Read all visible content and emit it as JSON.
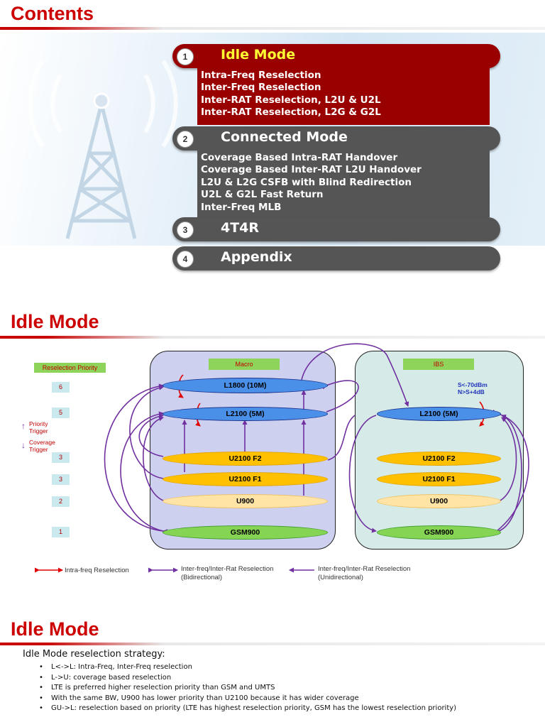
{
  "slide1": {
    "title": "Contents",
    "items": [
      {
        "num": "1",
        "label": "Idle Mode",
        "subs": [
          "Intra-Freq Reselection",
          "Inter-Freq Reselection",
          "Inter-RAT Reselection, L2U & U2L",
          "Inter-RAT Reselection, L2G & G2L"
        ]
      },
      {
        "num": "2",
        "label": "Connected Mode",
        "subs": [
          "Coverage Based Intra-RAT Handover",
          "Coverage Based Inter-RAT L2U Handover",
          "L2U & L2G CSFB with Blind Redirection",
          "U2L & G2L Fast Return",
          "Inter-Freq MLB"
        ]
      },
      {
        "num": "3",
        "label": "4T4R"
      },
      {
        "num": "4",
        "label": "Appendix"
      }
    ]
  },
  "slide2": {
    "title": "Idle Mode",
    "priority_header": "Reselection Priority",
    "priorities": [
      "6",
      "5",
      "3",
      "3",
      "2",
      "1"
    ],
    "priority_trigger": "Priority\nTrigger",
    "coverage_trigger": "Coverage\nTrigger",
    "macro_label": "Macro",
    "ibs_label": "IBS",
    "ibs_threshold_1": "S<-70dBm",
    "ibs_threshold_2": "N>S+4dB",
    "macro_layers": [
      "L1800 (10M)",
      "L2100 (5M)",
      "U2100 F2",
      "U2100 F1",
      "U900",
      "GSM900"
    ],
    "ibs_layers": [
      "L2100 (5M)",
      "U2100 F2",
      "U2100 F1",
      "U900",
      "GSM900"
    ],
    "legend": {
      "intra": "Intra-freq Reselection",
      "bi_1": "Inter-freq/Inter-Rat Reselection",
      "bi_2": "(Bidirectional)",
      "uni_1": "Inter-freq/Inter-Rat Reselection",
      "uni_2": "(Unidirectional)"
    },
    "colors": {
      "lte": "#4a8fe8",
      "umts": "#ffc000",
      "u900": "#ffe4a6",
      "gsm": "#86d454",
      "arrow": "#7030a0",
      "intra": "#e00000"
    }
  },
  "slide3": {
    "title": "Idle Mode",
    "subtitle": "Idle Mode reselection strategy:",
    "bullets": [
      "L<->L: Intra-Freq, Inter-Freq reselection",
      "L->U: coverage based reselection",
      "LTE is preferred higher reselection priority than GSM and UMTS",
      "With the same BW, U900 has lower  priority than U2100 because it has wider coverage",
      "GU->L: reselection based on priority (LTE has highest reselection priority, GSM has the lowest reselection priority)"
    ]
  }
}
